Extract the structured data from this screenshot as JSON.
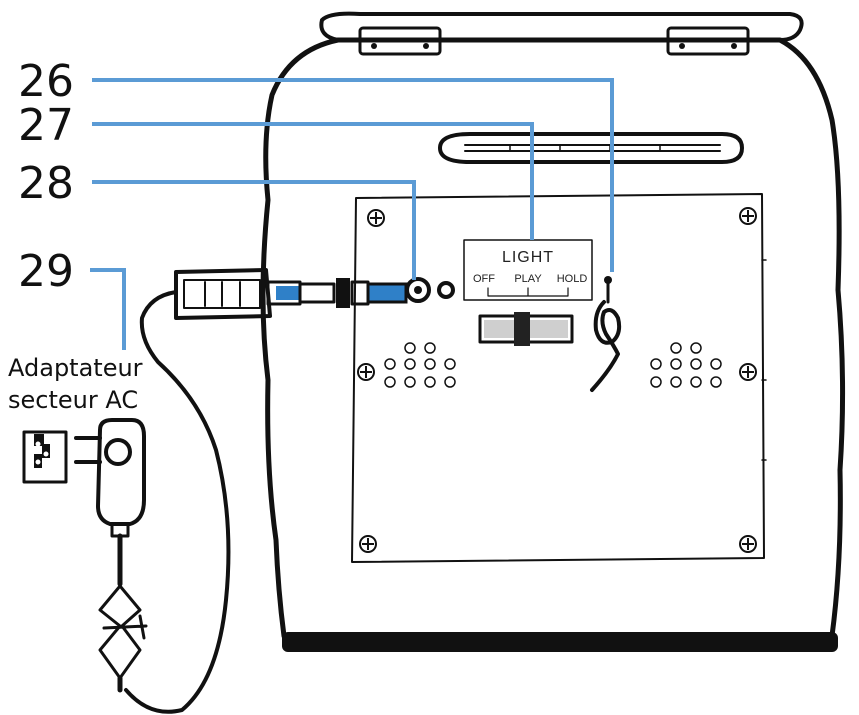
{
  "callouts": [
    {
      "number": "26",
      "target": "strap-loop"
    },
    {
      "number": "27",
      "target": "light-switch"
    },
    {
      "number": "28",
      "target": "dc-input-jack"
    },
    {
      "number": "29",
      "target": "ac-adapter"
    }
  ],
  "adapter_label": {
    "line1": "Adaptateur",
    "line2": "secteur AC"
  },
  "light_panel": {
    "title": "LIGHT",
    "options": [
      "OFF",
      "PLAY",
      "HOLD"
    ]
  },
  "colors": {
    "leader_line": "#5b9bd5",
    "connector_band": "#2f80c8",
    "ink": "#111111"
  }
}
